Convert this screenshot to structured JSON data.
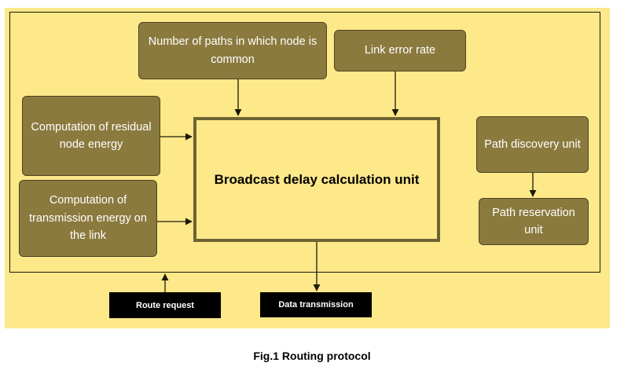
{
  "figure": {
    "center_unit": "Broadcast delay calculation unit",
    "inputs_top": {
      "paths_common": "Number of paths in which node is common",
      "link_error": "Link error rate"
    },
    "inputs_left": {
      "residual_energy": "Computation of residual node energy",
      "transmission_energy": "Computation of transmission energy on the link"
    },
    "right_units": {
      "path_discovery": "Path discovery unit",
      "path_reservation": "Path reservation unit"
    },
    "outside": {
      "route_request": "Route request",
      "data_transmission": "Data transmission"
    },
    "caption": "Fig.1 Routing protocol"
  }
}
